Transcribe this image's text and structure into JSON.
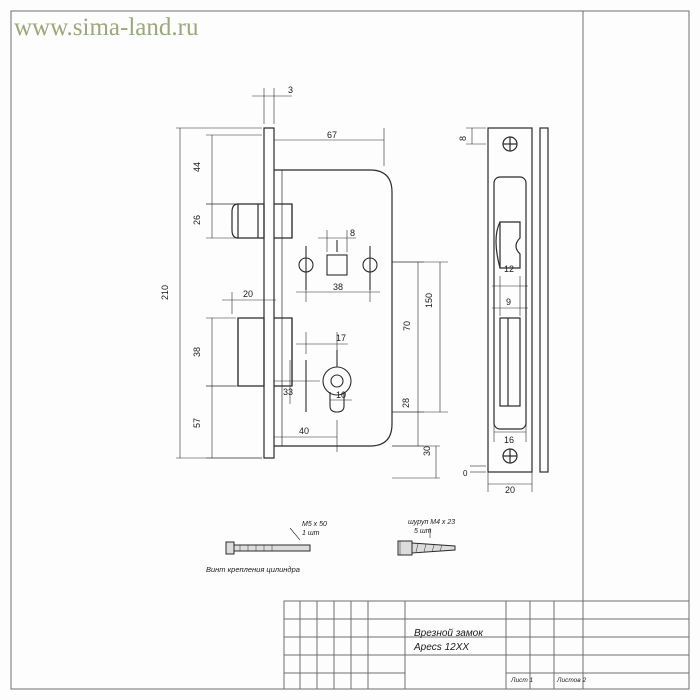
{
  "watermark": {
    "text_prefix": "www.",
    "text_main": "sima-land.ru",
    "color": "#9aa87a"
  },
  "drawing": {
    "title_line1": "Врезной замок",
    "title_line2": "Apecs 12XX",
    "sheet_label": "Лист 1",
    "sheets_label": "Листов 2",
    "fastener_screw": {
      "spec": "M5 x 50",
      "qty": "1 шт",
      "caption": "Винт крепления цилиндра"
    },
    "fastener_woodscrew": {
      "spec": "шуруп M4 x 23",
      "qty": "5 шт"
    },
    "line_color": "#2b2b2b",
    "frame_color": "#6e6e6e",
    "dims": {
      "d3": "3",
      "d67": "67",
      "d44": "44",
      "d26": "26",
      "d210": "210",
      "d20_left": "20",
      "d38_top": "38",
      "d8": "8",
      "d38_left": "38",
      "d57": "57",
      "d17": "17",
      "d33": "33",
      "d10": "10",
      "d40": "40",
      "d28": "28",
      "d30": "30",
      "d70": "70",
      "d150": "150",
      "d8_plate": "8",
      "d12": "12",
      "d9": "9",
      "d16": "16",
      "d20_plate": "20",
      "d0_bottom": "0"
    }
  }
}
